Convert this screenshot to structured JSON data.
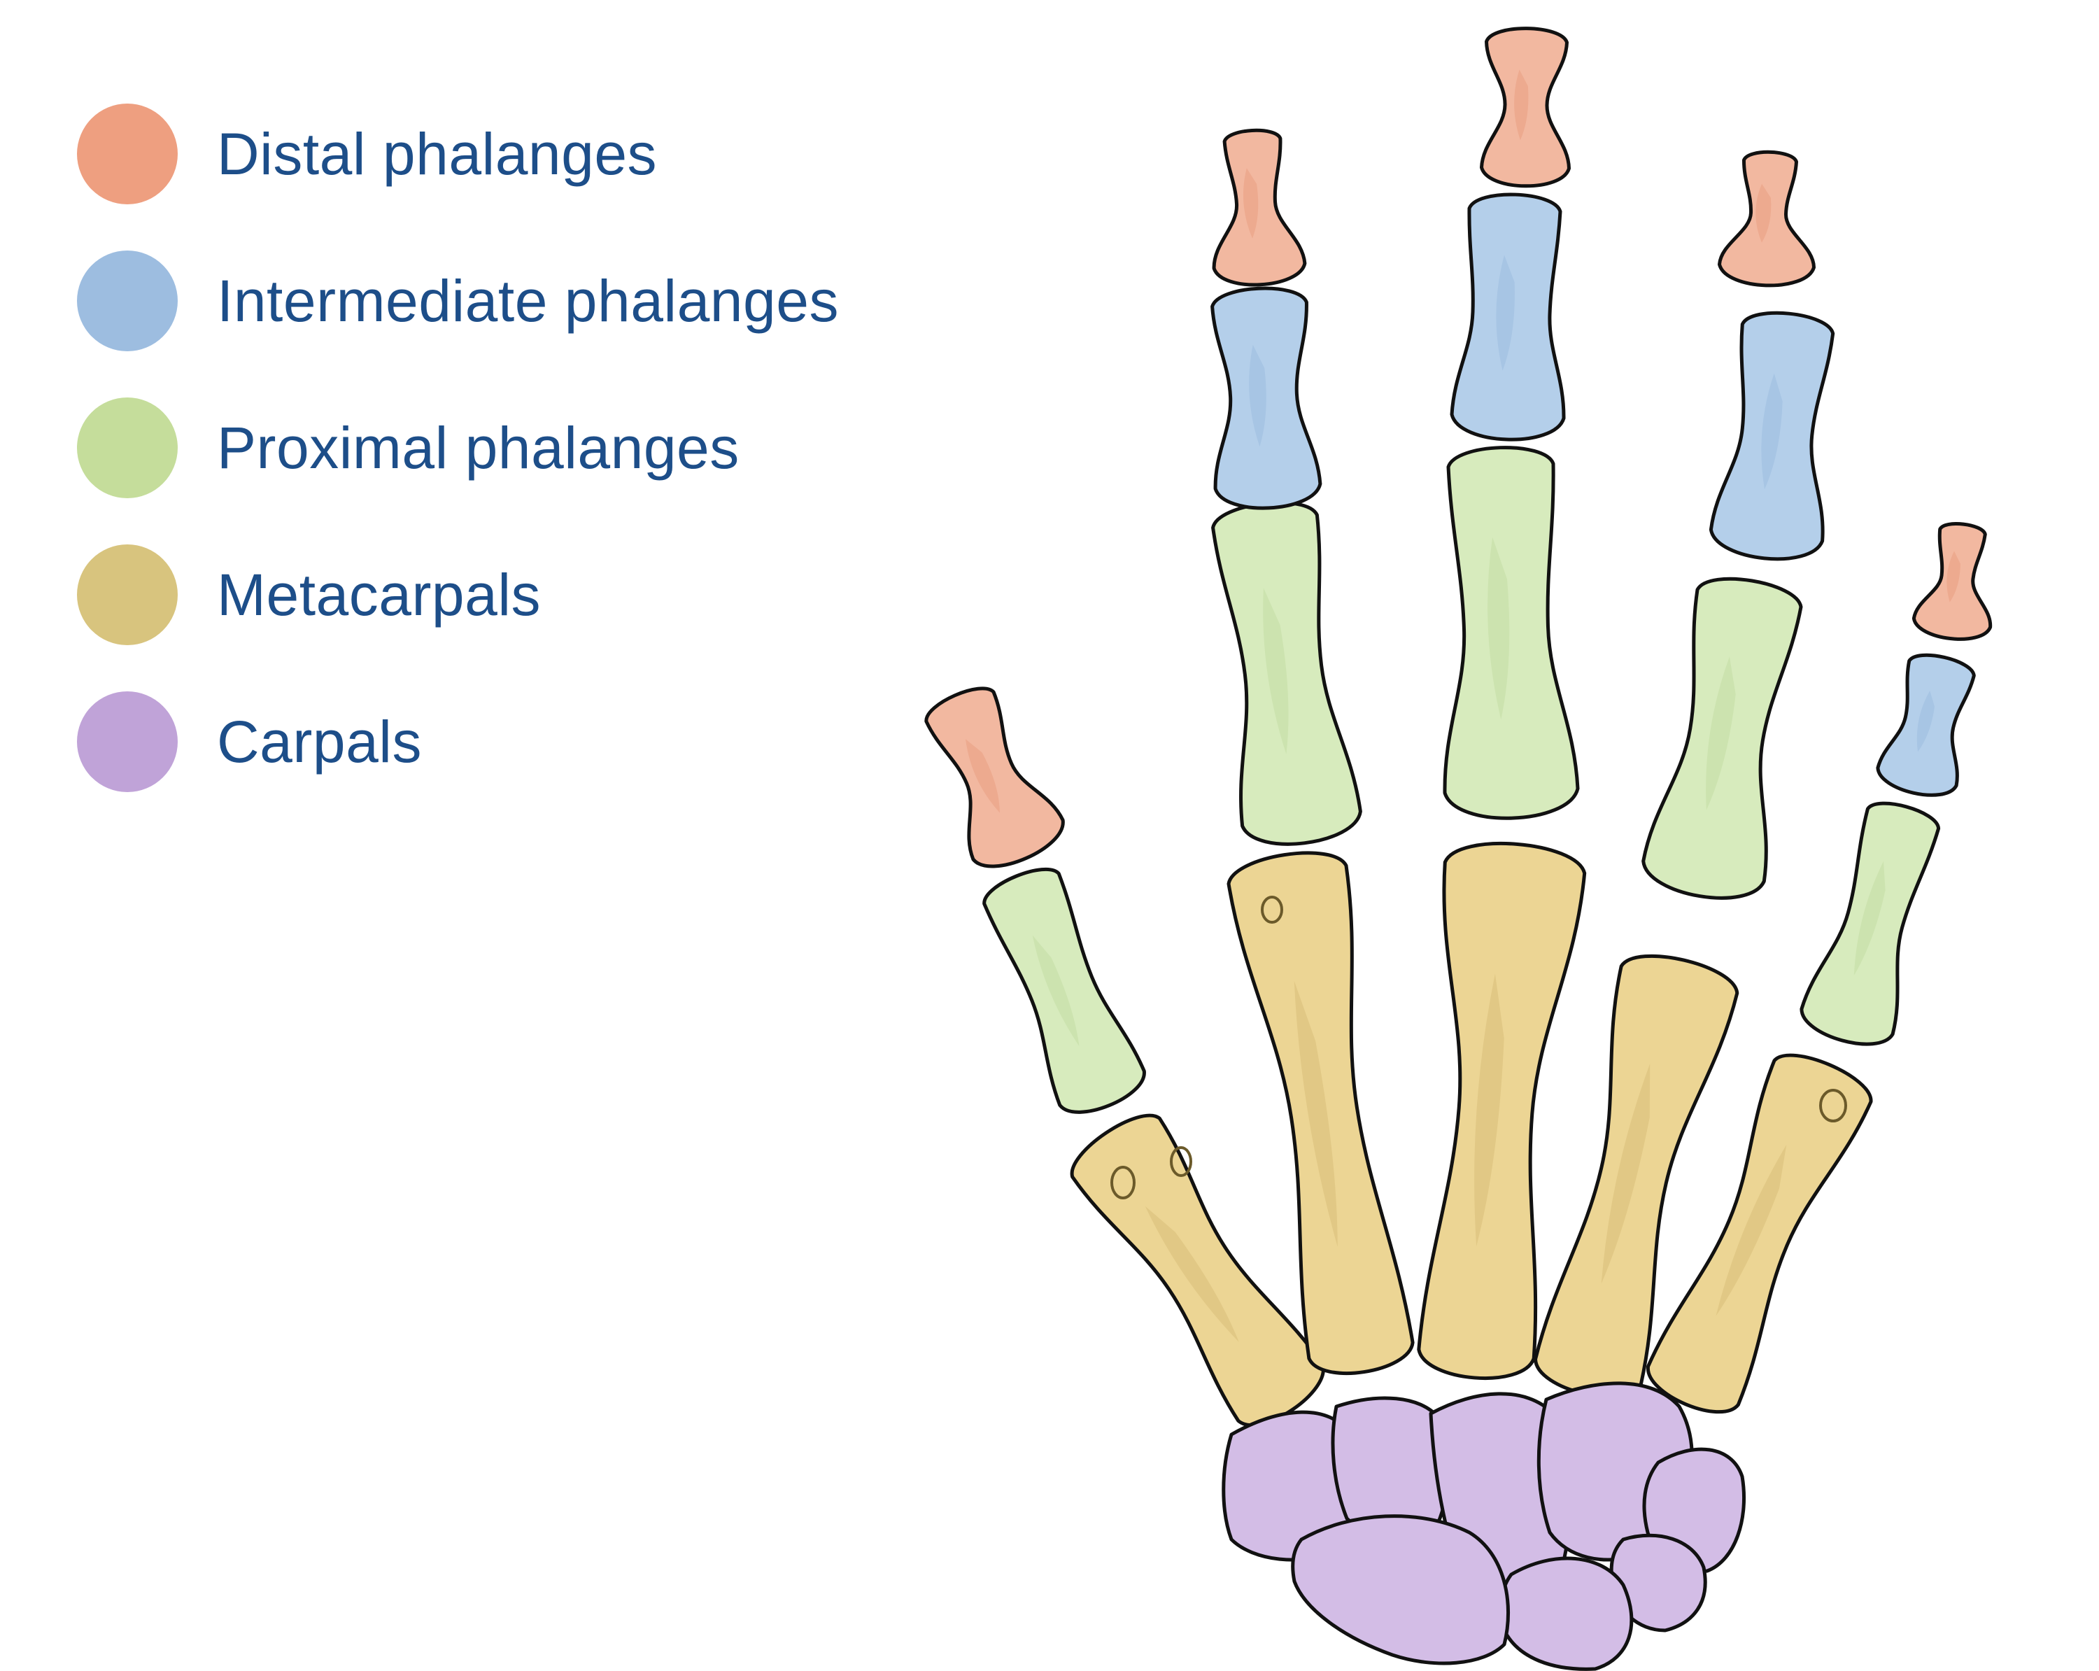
{
  "legend": [
    {
      "key": "distal",
      "label": "Distal phalanges",
      "color": "#ee9f80"
    },
    {
      "key": "intermediate",
      "label": "Intermediate phalanges",
      "color": "#9dbde0"
    },
    {
      "key": "proximal",
      "label": "Proximal phalanges",
      "color": "#c5dd9b"
    },
    {
      "key": "metacarpal",
      "label": "Metacarpals",
      "color": "#d8c47e"
    },
    {
      "key": "carpal",
      "label": "Carpals",
      "color": "#c0a3d8"
    }
  ],
  "fills": {
    "distal": "#f2b8a0",
    "intermediate": "#b4cfea",
    "proximal": "#d7ebbd",
    "metacarpal": "#ecd594",
    "carpal": "#d3bde6"
  },
  "shades": {
    "distal": "#e58e70",
    "intermediate": "#8fb2d9",
    "proximal": "#b7d394",
    "metacarpal": "#cdb36a",
    "carpal": "#b590d3"
  }
}
